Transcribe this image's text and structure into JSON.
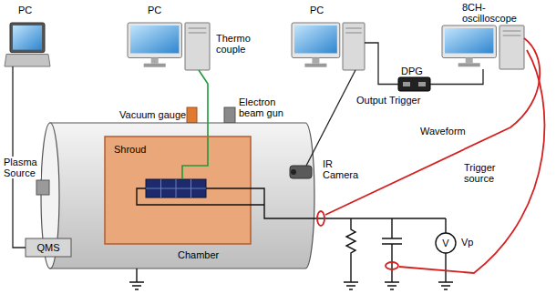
{
  "diagram": {
    "nodes": [
      {
        "text": [
          "PC"
        ]
      },
      {
        "text": [
          "PC"
        ]
      },
      {
        "text": [
          "PC"
        ]
      },
      {
        "text": [
          "8CH-oscilloscope"
        ]
      },
      {
        "text": [
          "DPG"
        ]
      },
      {
        "text": [
          "Vacuum gauge"
        ]
      },
      {
        "text": [
          "Electron beam gun"
        ]
      },
      {
        "text": [
          "Chamber"
        ]
      },
      {
        "text": [
          "Shroud"
        ],
        "in": 7
      },
      {
        "text": [
          "Plasma Source"
        ]
      },
      {
        "text": [
          "IR Camera"
        ]
      },
      {
        "text": [
          "QMS"
        ]
      },
      {
        "text": [
          "V",
          "Vp"
        ]
      }
    ],
    "edges": [
      {
        "from": 0,
        "to": 11,
        "arrow": "none"
      },
      {
        "from": 1,
        "to": 8,
        "arrow": "none"
      },
      {
        "from": 2,
        "to": 10,
        "arrow": "none"
      },
      {
        "from": 2,
        "to": 4,
        "arrow": "none"
      },
      {
        "from": 4,
        "to": 3,
        "arrow": "none"
      }
    ],
    "labels": [
      "Thermo couple",
      "Output Trigger",
      "Waveform",
      "Trigger source"
    ]
  }
}
